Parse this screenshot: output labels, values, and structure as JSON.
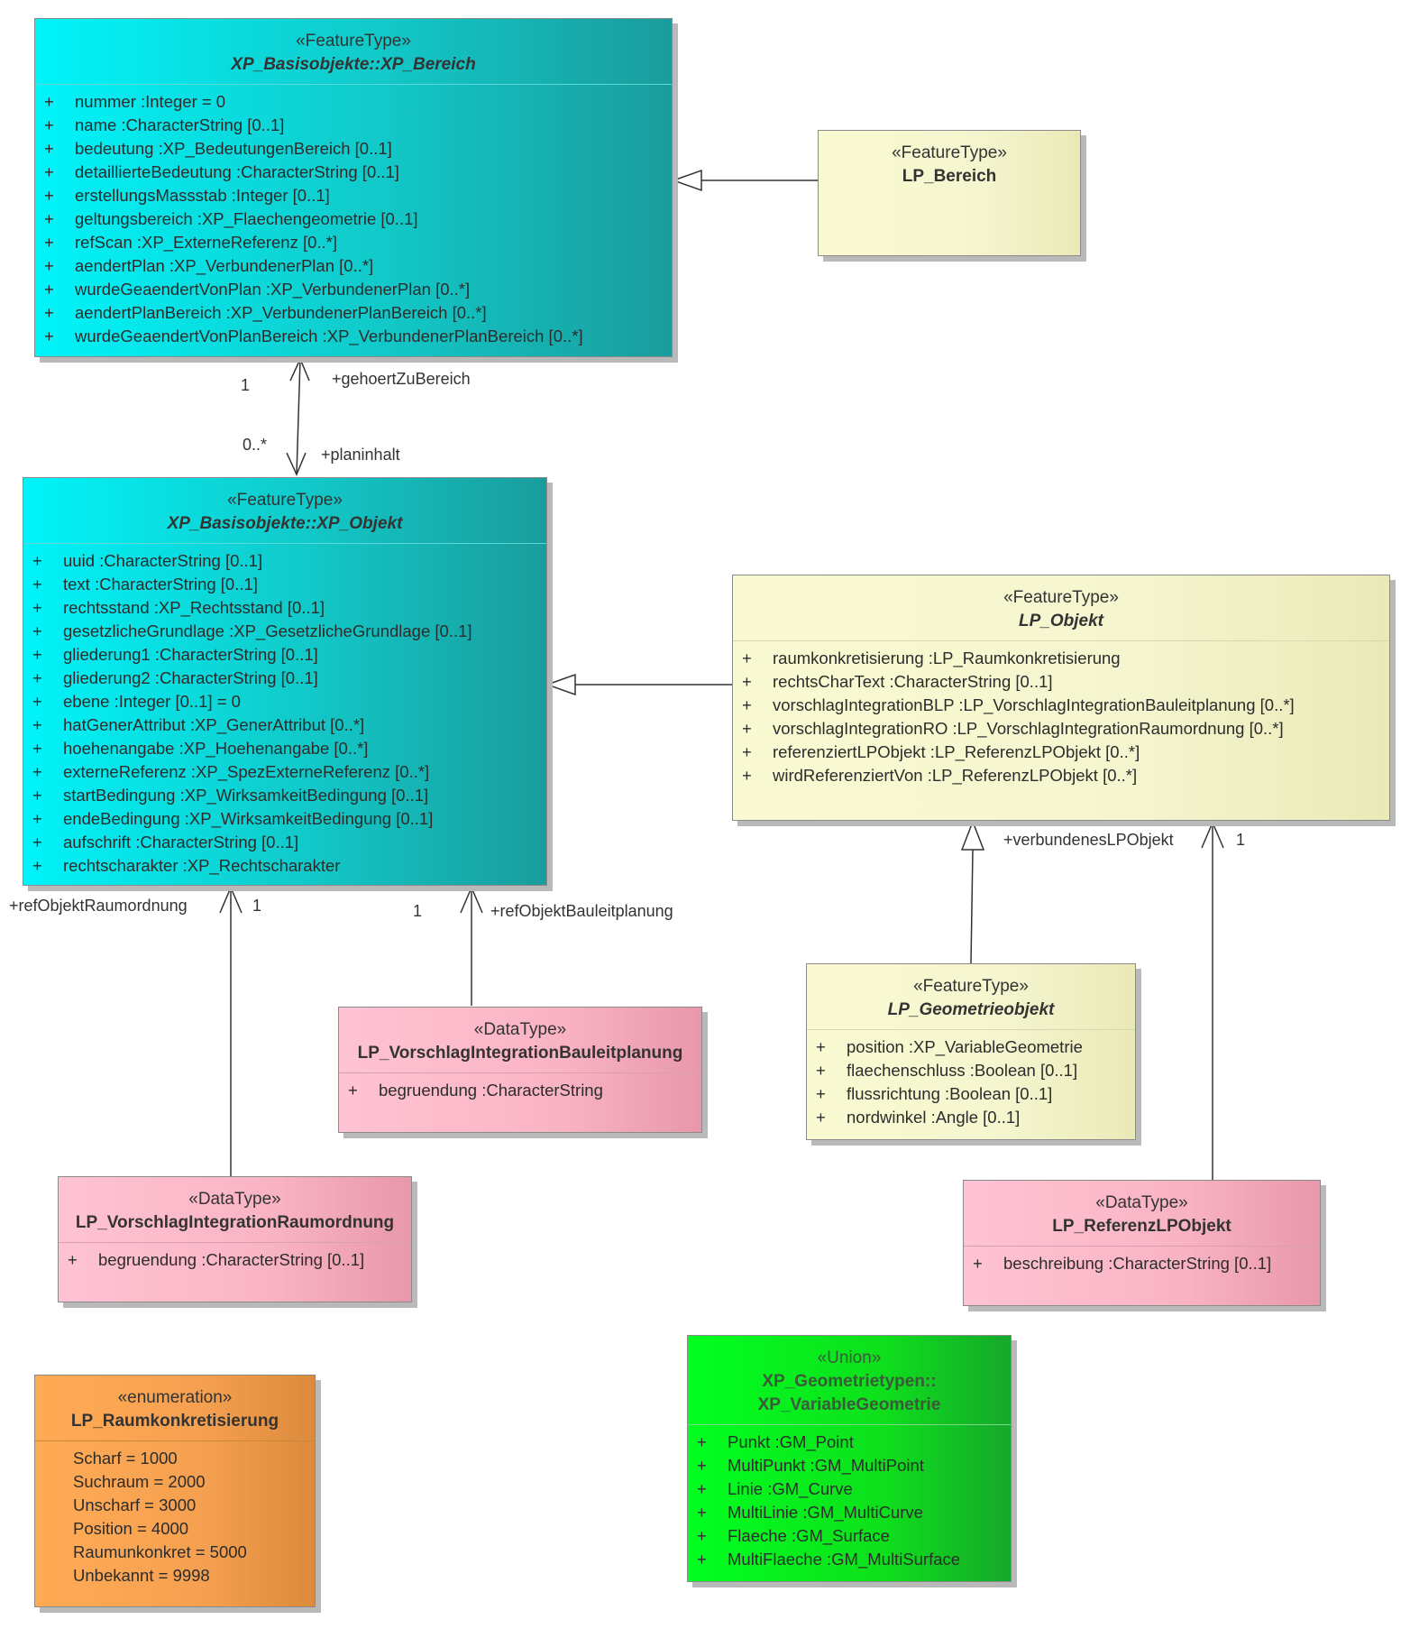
{
  "classes": {
    "xp_bereich": {
      "stereotype": "«FeatureType»",
      "name": "XP_Basisobjekte::XP_Bereich",
      "attributes": [
        {
          "vis": "+",
          "text": "nummer  :Integer = 0"
        },
        {
          "vis": "+",
          "text": "name  :CharacterString [0..1]"
        },
        {
          "vis": "+",
          "text": "bedeutung  :XP_BedeutungenBereich [0..1]"
        },
        {
          "vis": "+",
          "text": "detaillierteBedeutung  :CharacterString [0..1]"
        },
        {
          "vis": "+",
          "text": "erstellungsMassstab  :Integer [0..1]"
        },
        {
          "vis": "+",
          "text": "geltungsbereich  :XP_Flaechengeometrie [0..1]"
        },
        {
          "vis": "+",
          "text": "refScan  :XP_ExterneReferenz [0..*]"
        },
        {
          "vis": "+",
          "text": "aendertPlan  :XP_VerbundenerPlan [0..*]"
        },
        {
          "vis": "+",
          "text": "wurdeGeaendertVonPlan  :XP_VerbundenerPlan [0..*]"
        },
        {
          "vis": "+",
          "text": "aendertPlanBereich  :XP_VerbundenerPlanBereich [0..*]"
        },
        {
          "vis": "+",
          "text": "wurdeGeaendertVonPlanBereich  :XP_VerbundenerPlanBereich [0..*]"
        }
      ]
    },
    "lp_bereich": {
      "stereotype": "«FeatureType»",
      "name": "LP_Bereich",
      "attributes": []
    },
    "xp_objekt": {
      "stereotype": "«FeatureType»",
      "name": "XP_Basisobjekte::XP_Objekt",
      "attributes": [
        {
          "vis": "+",
          "text": "uuid  :CharacterString [0..1]"
        },
        {
          "vis": "+",
          "text": "text  :CharacterString [0..1]"
        },
        {
          "vis": "+",
          "text": "rechtsstand  :XP_Rechtsstand [0..1]"
        },
        {
          "vis": "+",
          "text": "gesetzlicheGrundlage  :XP_GesetzlicheGrundlage [0..1]"
        },
        {
          "vis": "+",
          "text": "gliederung1  :CharacterString [0..1]"
        },
        {
          "vis": "+",
          "text": "gliederung2  :CharacterString [0..1]"
        },
        {
          "vis": "+",
          "text": "ebene  :Integer [0..1] = 0"
        },
        {
          "vis": "+",
          "text": "hatGenerAttribut  :XP_GenerAttribut [0..*]"
        },
        {
          "vis": "+",
          "text": "hoehenangabe  :XP_Hoehenangabe [0..*]"
        },
        {
          "vis": "+",
          "text": "externeReferenz  :XP_SpezExterneReferenz [0..*]"
        },
        {
          "vis": "+",
          "text": "startBedingung  :XP_WirksamkeitBedingung [0..1]"
        },
        {
          "vis": "+",
          "text": "endeBedingung  :XP_WirksamkeitBedingung [0..1]"
        },
        {
          "vis": "+",
          "text": "aufschrift  :CharacterString [0..1]"
        },
        {
          "vis": "+",
          "text": "rechtscharakter  :XP_Rechtscharakter"
        }
      ]
    },
    "lp_objekt": {
      "stereotype": "«FeatureType»",
      "name": "LP_Objekt",
      "attributes": [
        {
          "vis": "+",
          "text": "raumkonkretisierung  :LP_Raumkonkretisierung"
        },
        {
          "vis": "+",
          "text": "rechtsCharText  :CharacterString [0..1]"
        },
        {
          "vis": "+",
          "text": "vorschlagIntegrationBLP  :LP_VorschlagIntegrationBauleitplanung [0..*]"
        },
        {
          "vis": "+",
          "text": "vorschlagIntegrationRO  :LP_VorschlagIntegrationRaumordnung [0..*]"
        },
        {
          "vis": "+",
          "text": "referenziertLPObjekt  :LP_ReferenzLPObjekt [0..*]"
        },
        {
          "vis": "+",
          "text": "wirdReferenziertVon  :LP_ReferenzLPObjekt [0..*]"
        }
      ]
    },
    "lp_geometrieobjekt": {
      "stereotype": "«FeatureType»",
      "name": "LP_Geometrieobjekt",
      "attributes": [
        {
          "vis": "+",
          "text": "position  :XP_VariableGeometrie"
        },
        {
          "vis": "+",
          "text": "flaechenschluss  :Boolean [0..1]"
        },
        {
          "vis": "+",
          "text": "flussrichtung  :Boolean [0..1]"
        },
        {
          "vis": "+",
          "text": "nordwinkel  :Angle [0..1]"
        }
      ]
    },
    "lp_vib": {
      "stereotype": "«DataType»",
      "name": "LP_VorschlagIntegrationBauleitplanung",
      "attributes": [
        {
          "vis": "+",
          "text": "begruendung  :CharacterString"
        }
      ]
    },
    "lp_vir": {
      "stereotype": "«DataType»",
      "name": "LP_VorschlagIntegrationRaumordnung",
      "attributes": [
        {
          "vis": "+",
          "text": "begruendung  :CharacterString [0..1]"
        }
      ]
    },
    "lp_referenz": {
      "stereotype": "«DataType»",
      "name": "LP_ReferenzLPObjekt",
      "attributes": [
        {
          "vis": "+",
          "text": "beschreibung  :CharacterString [0..1]"
        }
      ]
    },
    "lp_raumkonkretisierung": {
      "stereotype": "«enumeration»",
      "name": "LP_Raumkonkretisierung",
      "literals": [
        "Scharf = 1000",
        "Suchraum = 2000",
        "Unscharf = 3000",
        "Position = 4000",
        "Raumunkonkret = 5000",
        "Unbekannt = 9998"
      ]
    },
    "xp_variablegeometrie": {
      "stereotype": "«Union»",
      "name_line1": "XP_Geometrietypen::",
      "name_line2": "XP_VariableGeometrie",
      "attributes": [
        {
          "vis": "+",
          "text": "Punkt  :GM_Point"
        },
        {
          "vis": "+",
          "text": "MultiPunkt  :GM_MultiPoint"
        },
        {
          "vis": "+",
          "text": "Linie  :GM_Curve"
        },
        {
          "vis": "+",
          "text": "MultiLinie  :GM_MultiCurve"
        },
        {
          "vis": "+",
          "text": "Flaeche  :GM_Surface"
        },
        {
          "vis": "+",
          "text": "MultiFlaeche  :GM_MultiSurface"
        }
      ]
    }
  },
  "association_labels": {
    "bereich_mult": "1",
    "bereich_role": "+gehoertZuBereich",
    "planinhalt_mult": "0..*",
    "planinhalt_role": "+planinhalt",
    "ro_role": "+refObjektRaumordnung",
    "ro_mult": "1",
    "blp_mult": "1",
    "blp_role": "+refObjektBauleitplanung",
    "verbunden_role": "+verbundenesLPObjekt",
    "verbunden_mult": "1"
  }
}
